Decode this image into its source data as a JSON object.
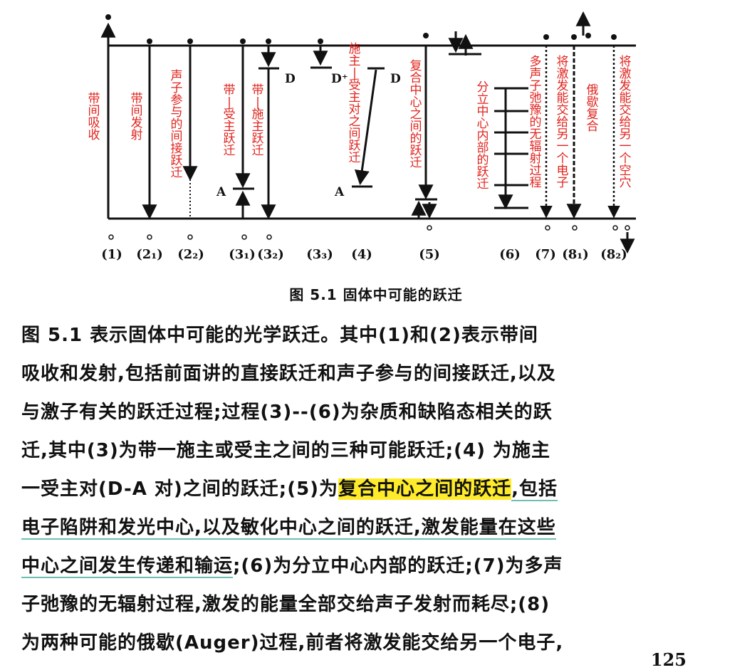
{
  "figure": {
    "labels_red": {
      "band_absorption": "带间吸收",
      "band_emission": "带间发射",
      "phonon_indirect": "声子参与的间接跃迁",
      "band_acceptor": "带—受主跃迁",
      "band_donor": "带—施主跃迁",
      "donor_acceptor_pair": "施主—受主对之间跃迁",
      "recombination_center": "复合中心之间的跃迁",
      "discrete_center": "分立中心内部的跃迁",
      "multiphonon": "多声子弛豫的无辐射过程",
      "auger_electron": "将激发能交给另一个电子",
      "auger": "俄歇复合",
      "auger_hole": "将激发能交给另一个空穴"
    },
    "labels_black": {
      "D": "D",
      "D_plus": "D⁺",
      "D2": "D",
      "A": "A",
      "A2": "A"
    },
    "process_numbers": [
      "(1)",
      "(2₁)",
      "(2₂)",
      "(3₁)",
      "(3₂)",
      "(3₃)",
      "(4)",
      "(5)",
      "(6)",
      "(7)",
      "(8₁)",
      "(8₂)"
    ],
    "caption": "图 5.1   固体中可能的跃迁"
  },
  "body_lines": [
    {
      "text": "图 5.1 表示固体中可能的光学跃迁。其中(1)和(2)表示带间"
    },
    {
      "text": "吸收和发射,包括前面讲的直接跃迁和声子参与的间接跃迁,以及"
    },
    {
      "text": "与激子有关的跃迁过程;过程(3)-‐(6)为杂质和缺陷态相关的跃"
    },
    {
      "text": "迁,其中(3)为带一施主或受主之间的三种可能跃迁;(4) 为施主"
    },
    {
      "before": "一受主对(D-A 对)之间的跃迁;(5)为",
      "highlight": "复合中心之间的跃迁",
      "after": ",包括"
    },
    {
      "underlined": "电子陷阱和发光中心,以及敏化中心之间的跃迁,激发能量在这些"
    },
    {
      "underlined": "中心之间发生传递和输运",
      "after": ";(6)为分立中心内部的跃迁;(7)为多声"
    },
    {
      "text": "子弛豫的无辐射过程,激发的能量全部交给声子发射而耗尽;(8)"
    },
    {
      "text": "为两种可能的俄歇(Auger)过程,前者将激发能交给另一个电子,"
    }
  ],
  "page_number": "125"
}
